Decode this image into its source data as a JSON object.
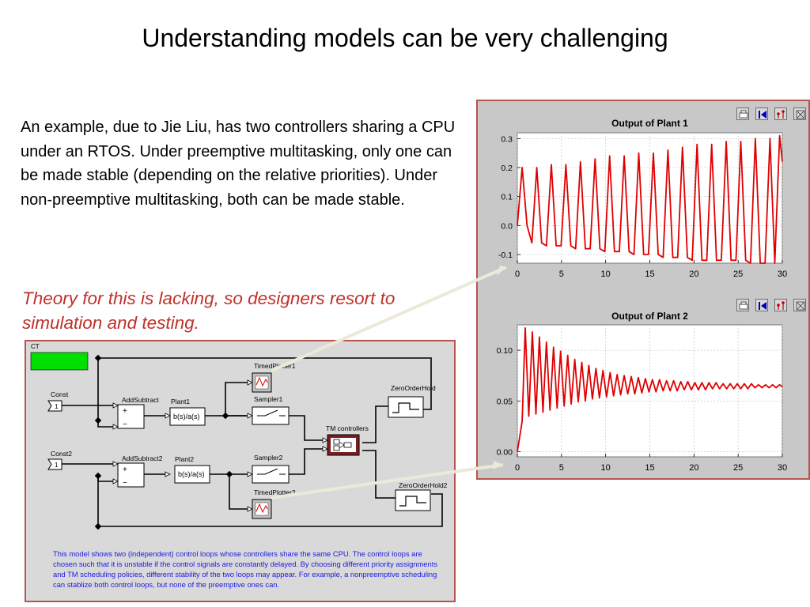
{
  "slide": {
    "title": "Understanding models can be very challenging",
    "paragraph": "An example, due to Jie Liu, has two controllers sharing a CPU under an RTOS. Under preemptive multitasking, only one can be made stable (depending on the relative priorities). Under non-preemptive multitasking, both can be made stable.",
    "emphasis": "Theory for this is lacking, so designers resort to simulation and testing."
  },
  "model": {
    "director": "CT",
    "actors": {
      "const1": "Const",
      "const1_value": "1",
      "const2": "Const2",
      "const2_value": "1",
      "add1": "AddSubtract",
      "add2": "AddSubtract2",
      "plus": "+",
      "minus": "−",
      "plant1": "Plant1",
      "plant2": "Plant2",
      "plant_tf": "b(s)/a(s)",
      "plotter1": "TimedPlotter1",
      "plotter2": "TimedPlotter2",
      "sampler1": "Sampler1",
      "sampler2": "Sampler2",
      "tm": "TM controllers",
      "zoh1": "ZeroOrderHold",
      "zoh2": "ZeroOrderHold2"
    },
    "description": "This model shows two (independent) control loops whose controllers share the same CPU. The control loops are chosen such that it is unstable if the control signals are constantly delayed. By choosing different priority assignments and TM scheduling policies, different stability of the two loops may appear. For example, a nonpreemptive scheduling can stablize both control loops, but none of the preemptive ones can.",
    "colors": {
      "director": "#00e000",
      "panel_border": "#b85450",
      "text": "#1a1ae6"
    }
  },
  "toolbar_icons": [
    "print-icon",
    "reset-axes-icon",
    "stem-plot-icon",
    "fill-icon"
  ],
  "chart_data": [
    {
      "type": "line",
      "title": "Output of Plant 1",
      "xlim": [
        0,
        30
      ],
      "ylim": [
        -0.13,
        0.32
      ],
      "xticks": [
        0,
        5,
        10,
        15,
        20,
        25,
        30
      ],
      "yticks": [
        0.3,
        0.2,
        0.1,
        0.0,
        -0.1
      ],
      "ytick_labels": [
        "0.3",
        "0.2",
        "0.1",
        "0.0",
        "-0.1"
      ],
      "line_color": "#e00000",
      "series": [
        {
          "x": [
            0,
            0.55,
            1.1,
            1.65,
            2.2,
            2.75,
            3.3,
            3.85,
            4.4,
            4.95,
            5.5,
            6.05,
            6.6,
            7.15,
            7.7,
            8.25,
            8.8,
            9.35,
            9.9,
            10.45,
            11.0,
            11.55,
            12.1,
            12.65,
            13.2,
            13.75,
            14.3,
            14.85,
            15.4,
            15.95,
            16.5,
            17.05,
            17.6,
            18.15,
            18.7,
            19.25,
            19.8,
            20.35,
            20.9,
            21.45,
            22.0,
            22.55,
            23.1,
            23.65,
            24.2,
            24.75,
            25.3,
            25.85,
            26.4,
            26.95,
            27.5,
            28.05,
            28.6,
            29.15,
            29.7,
            30.0
          ],
          "y": [
            0.0,
            0.2,
            0.0,
            -0.06,
            0.2,
            -0.06,
            -0.07,
            0.21,
            -0.07,
            -0.07,
            0.21,
            -0.07,
            -0.08,
            0.22,
            -0.08,
            -0.08,
            0.23,
            -0.08,
            -0.09,
            0.24,
            -0.09,
            -0.09,
            0.24,
            -0.09,
            -0.1,
            0.25,
            -0.1,
            -0.1,
            0.25,
            -0.1,
            -0.11,
            0.26,
            -0.11,
            -0.11,
            0.27,
            -0.11,
            -0.12,
            0.28,
            -0.12,
            -0.12,
            0.28,
            -0.12,
            -0.12,
            0.29,
            -0.12,
            -0.12,
            0.29,
            -0.12,
            -0.13,
            0.3,
            -0.13,
            -0.13,
            0.3,
            -0.13,
            0.31,
            0.22
          ]
        }
      ]
    },
    {
      "type": "line",
      "title": "Output of Plant 2",
      "xlim": [
        0,
        30
      ],
      "ylim": [
        -0.005,
        0.125
      ],
      "xticks": [
        0,
        5,
        10,
        15,
        20,
        25,
        30
      ],
      "yticks": [
        0.1,
        0.05,
        0.0
      ],
      "ytick_labels": [
        "0.10",
        "0.05",
        "0.00"
      ],
      "line_color": "#e00000",
      "series": [
        {
          "x": [
            0,
            0.55,
            0.9,
            1.3,
            1.7,
            2.1,
            2.5,
            2.9,
            3.3,
            3.7,
            4.1,
            4.5,
            4.9,
            5.3,
            5.7,
            6.1,
            6.5,
            6.9,
            7.3,
            7.7,
            8.1,
            8.5,
            8.9,
            9.3,
            9.7,
            10.1,
            10.5,
            10.9,
            11.3,
            11.7,
            12.1,
            12.5,
            12.9,
            13.3,
            13.7,
            14.1,
            14.5,
            14.9,
            15.3,
            15.7,
            16.1,
            16.5,
            16.9,
            17.3,
            17.7,
            18.1,
            18.5,
            18.9,
            19.3,
            19.7,
            20.1,
            20.5,
            20.9,
            21.3,
            21.7,
            22.1,
            22.5,
            22.9,
            23.3,
            23.7,
            24.1,
            24.5,
            24.9,
            25.3,
            25.7,
            26.1,
            26.5,
            26.9,
            27.3,
            27.7,
            28.1,
            28.5,
            28.9,
            29.3,
            29.7,
            30.0
          ],
          "y": [
            0.0,
            0.03,
            0.122,
            0.035,
            0.118,
            0.037,
            0.113,
            0.039,
            0.108,
            0.041,
            0.103,
            0.043,
            0.099,
            0.045,
            0.095,
            0.047,
            0.091,
            0.049,
            0.088,
            0.05,
            0.085,
            0.052,
            0.082,
            0.053,
            0.08,
            0.054,
            0.078,
            0.055,
            0.076,
            0.056,
            0.075,
            0.057,
            0.074,
            0.057,
            0.073,
            0.058,
            0.072,
            0.059,
            0.071,
            0.059,
            0.071,
            0.06,
            0.07,
            0.06,
            0.07,
            0.06,
            0.069,
            0.061,
            0.069,
            0.061,
            0.068,
            0.061,
            0.068,
            0.061,
            0.068,
            0.062,
            0.068,
            0.062,
            0.067,
            0.062,
            0.067,
            0.062,
            0.067,
            0.062,
            0.067,
            0.062,
            0.067,
            0.063,
            0.066,
            0.063,
            0.066,
            0.063,
            0.066,
            0.063,
            0.066,
            0.064
          ]
        }
      ]
    }
  ]
}
